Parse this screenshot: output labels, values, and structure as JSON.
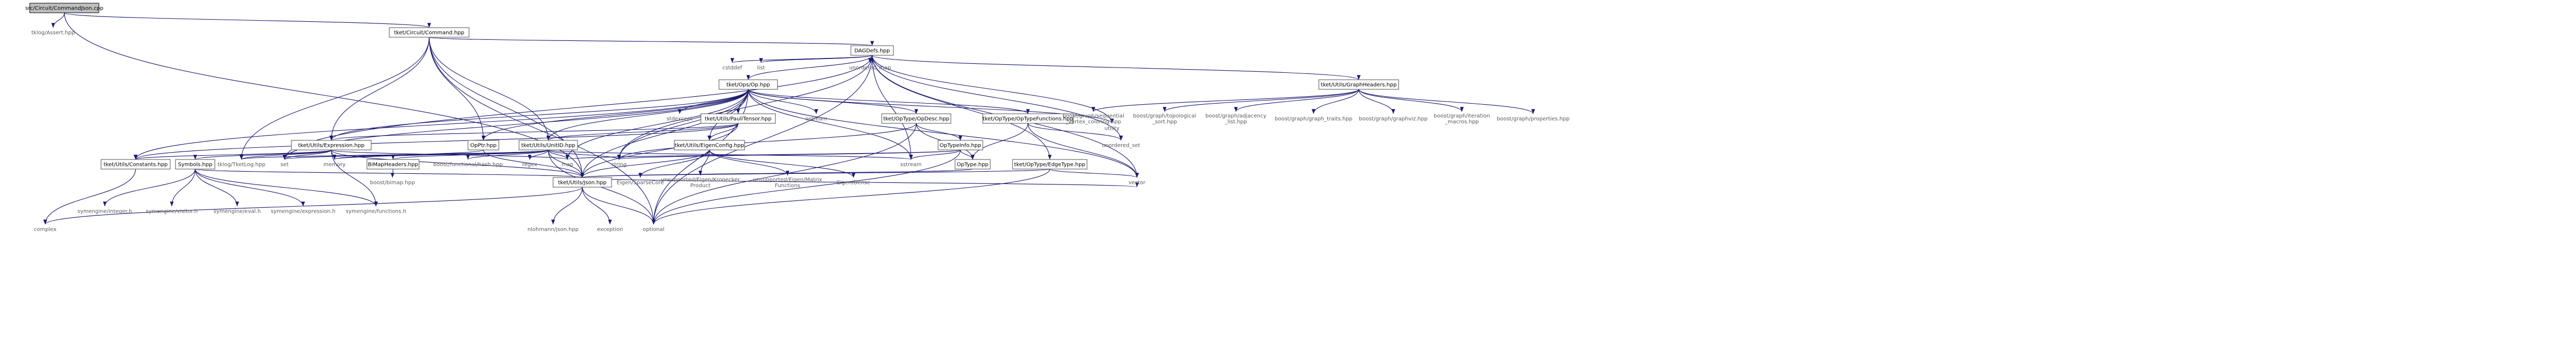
{
  "graph": {
    "colors": {
      "edge": "#191970",
      "root_fill": "#bfbfbf",
      "node_border": "#4d4d4d",
      "ext_text": "#5a5a5a"
    },
    "nodes": [
      {
        "id": "root",
        "label": "src/Circuit/CommandJson.cpp",
        "kind": "root"
      },
      {
        "id": "tkassert",
        "label": "tklog/Assert.hpp",
        "kind": "ext"
      },
      {
        "id": "command",
        "label": "tket/Circuit/Command.hpp",
        "kind": "int"
      },
      {
        "id": "dagdefs",
        "label": "DAGDefs.hpp",
        "kind": "int"
      },
      {
        "id": "cstddef",
        "label": "cstddef",
        "kind": "ext"
      },
      {
        "id": "list",
        "label": "list",
        "kind": "ext"
      },
      {
        "id": "op",
        "label": "tket/Ops/Op.hpp",
        "kind": "int"
      },
      {
        "id": "unordered_map",
        "label": "unordered_map",
        "kind": "ext"
      },
      {
        "id": "graphheaders",
        "label": "tket/Utils/GraphHeaders.hpp",
        "kind": "int"
      },
      {
        "id": "utility",
        "label": "utility",
        "kind": "ext"
      },
      {
        "id": "stdexcept",
        "label": "stdexcept",
        "kind": "ext"
      },
      {
        "id": "ostream",
        "label": "ostream",
        "kind": "ext"
      },
      {
        "id": "paulitensor",
        "label": "tket/Utils/PauliTensor.hpp",
        "kind": "int"
      },
      {
        "id": "opdesc",
        "label": "tket/OpType/OpDesc.hpp",
        "kind": "int"
      },
      {
        "id": "optypefunctions",
        "label": "tket/OpType/OpTypeFunctions.hpp",
        "kind": "int"
      },
      {
        "id": "bg_seqvc",
        "label": "boost/graph/sequential\n_vertex_coloring.hpp",
        "kind": "ext"
      },
      {
        "id": "bg_topo",
        "label": "boost/graph/topological\n_sort.hpp",
        "kind": "ext"
      },
      {
        "id": "bg_adj",
        "label": "boost/graph/adjacency\n_list.hpp",
        "kind": "ext"
      },
      {
        "id": "bg_traits",
        "label": "boost/graph/graph_traits.hpp",
        "kind": "ext"
      },
      {
        "id": "bg_graphviz",
        "label": "boost/graph/graphviz.hpp",
        "kind": "ext"
      },
      {
        "id": "bg_iter",
        "label": "boost/graph/iteration\n_macros.hpp",
        "kind": "ext"
      },
      {
        "id": "bg_props",
        "label": "boost/graph/properties.hpp",
        "kind": "ext"
      },
      {
        "id": "expression",
        "label": "tket/Utils/Expression.hpp",
        "kind": "int"
      },
      {
        "id": "opptr",
        "label": "OpPtr.hpp",
        "kind": "int"
      },
      {
        "id": "unitid",
        "label": "tket/Utils/UnitID.hpp",
        "kind": "int"
      },
      {
        "id": "eigenconfig",
        "label": "tket/Utils/EigenConfig.hpp",
        "kind": "int"
      },
      {
        "id": "optypeinfo",
        "label": "OpTypeInfo.hpp",
        "kind": "int"
      },
      {
        "id": "unordered_set",
        "label": "unordered_set",
        "kind": "ext"
      },
      {
        "id": "symbols",
        "label": "Symbols.hpp",
        "kind": "int"
      },
      {
        "id": "constants",
        "label": "tket/Utils/Constants.hpp",
        "kind": "int"
      },
      {
        "id": "tklog",
        "label": "tklog/TketLog.hpp",
        "kind": "ext"
      },
      {
        "id": "set",
        "label": "set",
        "kind": "ext"
      },
      {
        "id": "memory",
        "label": "memory",
        "kind": "ext"
      },
      {
        "id": "bitmapheaders",
        "label": "BiMapHeaders.hpp",
        "kind": "int"
      },
      {
        "id": "boostfunctional",
        "label": "boost/functional/hash.hpp",
        "kind": "ext"
      },
      {
        "id": "regex",
        "label": "regex",
        "kind": "ext"
      },
      {
        "id": "map",
        "label": "map",
        "kind": "ext"
      },
      {
        "id": "string",
        "label": "string",
        "kind": "ext"
      },
      {
        "id": "eigensparse",
        "label": "Eigen/SparseCore",
        "kind": "ext"
      },
      {
        "id": "kronecker",
        "label": "unsupported/Eigen/Kronecker\nProduct",
        "kind": "ext"
      },
      {
        "id": "matrixfunc",
        "label": "unsupported/Eigen/Matrix\nFunctions",
        "kind": "ext"
      },
      {
        "id": "eigendense",
        "label": "Eigen/Dense",
        "kind": "ext"
      },
      {
        "id": "sstream",
        "label": "sstream",
        "kind": "ext"
      },
      {
        "id": "optype",
        "label": "OpType.hpp",
        "kind": "int"
      },
      {
        "id": "edgetype",
        "label": "tket/OpType/EdgeType.hpp",
        "kind": "int"
      },
      {
        "id": "vector",
        "label": "vector",
        "kind": "ext"
      },
      {
        "id": "json",
        "label": "tket/Utils/Json.hpp",
        "kind": "int"
      },
      {
        "id": "boostbimap",
        "label": "boost/bimap.hpp",
        "kind": "ext"
      },
      {
        "id": "se_integer",
        "label": "symengine/integer.h",
        "kind": "ext"
      },
      {
        "id": "se_visitor",
        "label": "symengine/visitor.h",
        "kind": "ext"
      },
      {
        "id": "se_eval",
        "label": "symengine/eval.h",
        "kind": "ext"
      },
      {
        "id": "se_expr",
        "label": "symengine/expression.h",
        "kind": "ext"
      },
      {
        "id": "se_func",
        "label": "symengine/functions.h",
        "kind": "ext"
      },
      {
        "id": "complex",
        "label": "complex",
        "kind": "ext"
      },
      {
        "id": "nlohmann",
        "label": "nlohmann/json.hpp",
        "kind": "ext"
      },
      {
        "id": "exception",
        "label": "exception",
        "kind": "ext"
      },
      {
        "id": "optional",
        "label": "optional",
        "kind": "ext"
      }
    ],
    "edges": [
      [
        "root",
        "tkassert"
      ],
      [
        "root",
        "command"
      ],
      [
        "root",
        "json"
      ],
      [
        "command",
        "dagdefs"
      ],
      [
        "command",
        "tklog"
      ],
      [
        "command",
        "opptr"
      ],
      [
        "command",
        "unitid"
      ],
      [
        "command",
        "optional"
      ],
      [
        "command",
        "json"
      ],
      [
        "command",
        "expression"
      ],
      [
        "dagdefs",
        "cstddef"
      ],
      [
        "dagdefs",
        "list"
      ],
      [
        "dagdefs",
        "op"
      ],
      [
        "dagdefs",
        "unordered_map"
      ],
      [
        "dagdefs",
        "graphheaders"
      ],
      [
        "dagdefs",
        "utility"
      ],
      [
        "dagdefs",
        "edgetype"
      ],
      [
        "dagdefs",
        "unordered_set"
      ],
      [
        "dagdefs",
        "vector"
      ],
      [
        "dagdefs",
        "optional"
      ],
      [
        "dagdefs",
        "string"
      ],
      [
        "dagdefs",
        "set"
      ],
      [
        "dagdefs",
        "sstream"
      ],
      [
        "op",
        "stdexcept"
      ],
      [
        "op",
        "ostream"
      ],
      [
        "op",
        "paulitensor"
      ],
      [
        "op",
        "opdesc"
      ],
      [
        "op",
        "optypefunctions"
      ],
      [
        "op",
        "expression"
      ],
      [
        "op",
        "opptr"
      ],
      [
        "op",
        "unitid"
      ],
      [
        "op",
        "eigenconfig"
      ],
      [
        "op",
        "constants"
      ],
      [
        "op",
        "json"
      ],
      [
        "op",
        "utility"
      ],
      [
        "op",
        "string"
      ],
      [
        "op",
        "set"
      ],
      [
        "op",
        "map"
      ],
      [
        "op",
        "sstream"
      ],
      [
        "op",
        "vector"
      ],
      [
        "op",
        "optional"
      ],
      [
        "graphheaders",
        "bg_seqvc"
      ],
      [
        "graphheaders",
        "bg_topo"
      ],
      [
        "graphheaders",
        "bg_adj"
      ],
      [
        "graphheaders",
        "bg_traits"
      ],
      [
        "graphheaders",
        "bg_graphviz"
      ],
      [
        "graphheaders",
        "bg_iter"
      ],
      [
        "graphheaders",
        "bg_props"
      ],
      [
        "paulitensor",
        "expression"
      ],
      [
        "paulitensor",
        "unitid"
      ],
      [
        "paulitensor",
        "eigenconfig"
      ],
      [
        "paulitensor",
        "constants"
      ],
      [
        "paulitensor",
        "json"
      ],
      [
        "opdesc",
        "optypeinfo"
      ],
      [
        "opdesc",
        "optype"
      ],
      [
        "opdesc",
        "string"
      ],
      [
        "opdesc",
        "optional"
      ],
      [
        "optypefunctions",
        "optype"
      ],
      [
        "optypefunctions",
        "unordered_set"
      ],
      [
        "optypefunctions",
        "vector"
      ],
      [
        "expression",
        "symbols"
      ],
      [
        "expression",
        "constants"
      ],
      [
        "expression",
        "set"
      ],
      [
        "expression",
        "json"
      ],
      [
        "expression",
        "se_func"
      ],
      [
        "expression",
        "map"
      ],
      [
        "expression",
        "memory"
      ],
      [
        "expression",
        "tklog"
      ],
      [
        "opptr",
        "memory"
      ],
      [
        "opptr",
        "json"
      ],
      [
        "unitid",
        "bitmapheaders"
      ],
      [
        "unitid",
        "boostfunctional"
      ],
      [
        "unitid",
        "regex"
      ],
      [
        "unitid",
        "map"
      ],
      [
        "unitid",
        "string"
      ],
      [
        "unitid",
        "memory"
      ],
      [
        "unitid",
        "set"
      ],
      [
        "unitid",
        "sstream"
      ],
      [
        "unitid",
        "optional"
      ],
      [
        "unitid",
        "json"
      ],
      [
        "unitid",
        "tklog"
      ],
      [
        "eigenconfig",
        "eigensparse"
      ],
      [
        "eigenconfig",
        "kronecker"
      ],
      [
        "eigenconfig",
        "matrixfunc"
      ],
      [
        "eigenconfig",
        "eigendense"
      ],
      [
        "eigenconfig",
        "json"
      ],
      [
        "optypeinfo",
        "optype"
      ],
      [
        "optypeinfo",
        "map"
      ],
      [
        "optypeinfo",
        "string"
      ],
      [
        "optypeinfo",
        "optional"
      ],
      [
        "optypeinfo",
        "sstream"
      ],
      [
        "optype",
        "json"
      ],
      [
        "edgetype",
        "json"
      ],
      [
        "edgetype",
        "vector"
      ],
      [
        "edgetype",
        "optional"
      ],
      [
        "bitmapheaders",
        "boostbimap"
      ],
      [
        "symbols",
        "se_integer"
      ],
      [
        "symbols",
        "se_visitor"
      ],
      [
        "symbols",
        "se_eval"
      ],
      [
        "symbols",
        "se_expr"
      ],
      [
        "symbols",
        "se_func"
      ],
      [
        "symbols",
        "json"
      ],
      [
        "constants",
        "complex"
      ],
      [
        "json",
        "nlohmann"
      ],
      [
        "json",
        "exception"
      ],
      [
        "json",
        "complex"
      ],
      [
        "json",
        "optional"
      ],
      [
        "json",
        "vector"
      ]
    ]
  }
}
